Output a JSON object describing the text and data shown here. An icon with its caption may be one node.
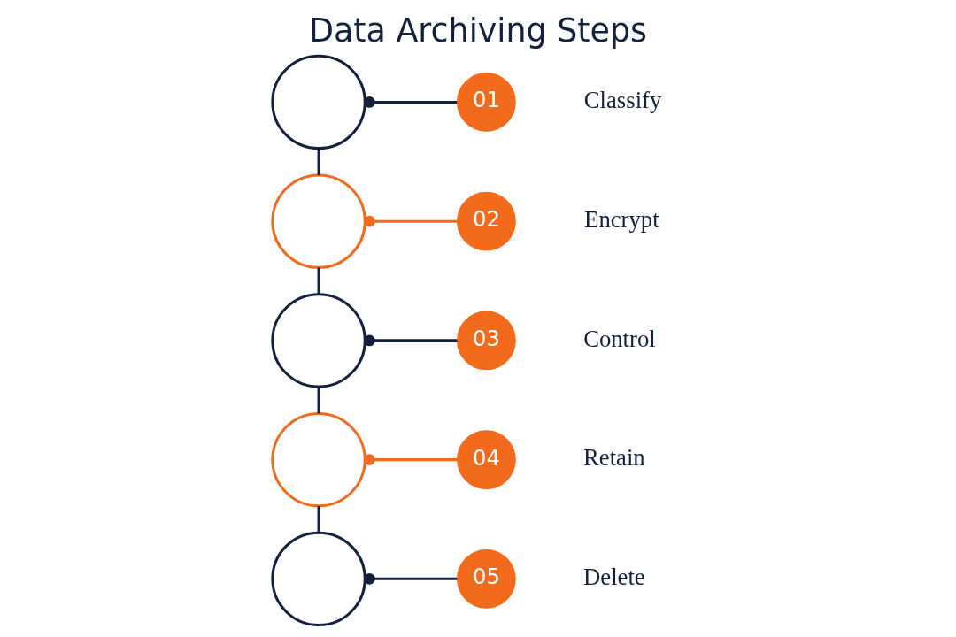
{
  "diagram": {
    "title": "Data Archiving Steps",
    "nodes": [
      {
        "text": [],
        "shape": "circle"
      },
      {
        "text": [
          "01"
        ],
        "beside": [
          "Classify"
        ]
      },
      {
        "text": [],
        "shape": "circle"
      },
      {
        "text": [
          "02"
        ],
        "beside": [
          "Encrypt"
        ]
      },
      {
        "text": [],
        "shape": "circle"
      },
      {
        "text": [
          "03"
        ],
        "beside": [
          "Control"
        ]
      },
      {
        "text": [],
        "shape": "circle"
      },
      {
        "text": [
          "04"
        ],
        "beside": [
          "Retain"
        ]
      },
      {
        "text": [],
        "shape": "circle"
      },
      {
        "text": [
          "05"
        ],
        "beside": [
          "Delete"
        ]
      }
    ],
    "edges": [
      {
        "from": 0,
        "to": 1,
        "arrow": "other"
      },
      {
        "from": 2,
        "to": 3,
        "arrow": "other",
        "color": "#f26b1d"
      },
      {
        "from": 4,
        "to": 5,
        "arrow": "other"
      },
      {
        "from": 6,
        "to": 7,
        "arrow": "other",
        "color": "#f26b1d"
      },
      {
        "from": 8,
        "to": 9,
        "arrow": "other"
      },
      {
        "from": 0,
        "to": 2,
        "arrow": "none"
      },
      {
        "from": 2,
        "to": 4,
        "arrow": "none"
      },
      {
        "from": 4,
        "to": 6,
        "arrow": "none"
      },
      {
        "from": 6,
        "to": 8,
        "arrow": "none"
      }
    ]
  }
}
